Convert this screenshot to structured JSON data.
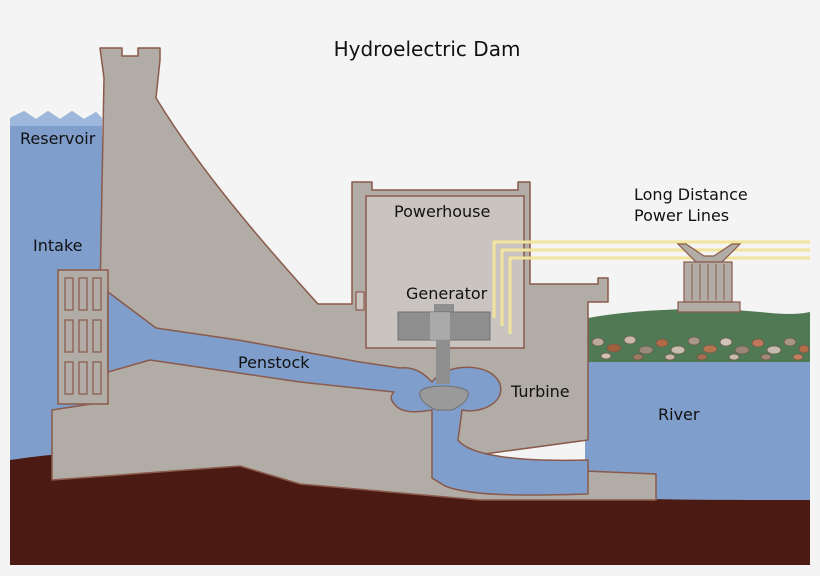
{
  "title": "Hydroelectric Dam",
  "labels": {
    "reservoir": "Reservoir",
    "intake": "Intake",
    "powerhouse": "Powerhouse",
    "generator": "Generator",
    "penstock": "Penstock",
    "turbine": "Turbine",
    "river": "River",
    "power_lines_1": "Long Distance",
    "power_lines_2": "Power Lines"
  },
  "colors": {
    "background": "#f4f4f4",
    "water": "#7f9ecb",
    "water_light": "#9db7dd",
    "concrete": "#b2aca7",
    "concrete_outline": "#8a5a4a",
    "ground": "#4b1a12",
    "grass": "#4f7a54",
    "metal": "#8f8f8f",
    "power_line": "#f2e49a"
  }
}
